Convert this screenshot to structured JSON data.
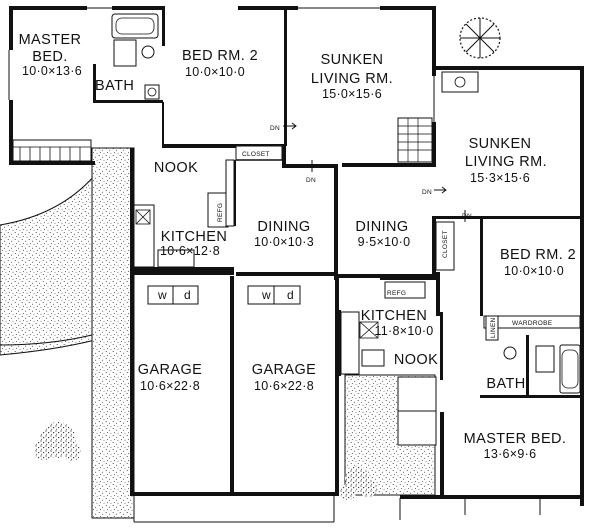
{
  "rooms": {
    "master_bed_left": {
      "name_1": "MASTER",
      "name_2": "BED.",
      "dims": "10·0×13·6"
    },
    "bath_left": {
      "name": "BATH"
    },
    "bed2_left": {
      "name": "BED RM. 2",
      "dims": "10·0×10·0"
    },
    "living_left": {
      "name_1": "SUNKEN",
      "name_2": "LIVING RM.",
      "dims": "15·0×15·6"
    },
    "nook_left": {
      "name": "NOOK"
    },
    "kitchen_left": {
      "name": "KITCHEN",
      "dims": "10·6×12·8"
    },
    "dining_left": {
      "name": "DINING",
      "dims": "10·0×10·3"
    },
    "garage_1": {
      "name": "GARAGE",
      "dims": "10·6×22·8"
    },
    "garage_2": {
      "name": "GARAGE",
      "dims": "10·6×22·8"
    },
    "living_right": {
      "name_1": "SUNKEN",
      "name_2": "LIVING RM.",
      "dims": "15·3×15·6"
    },
    "dining_right": {
      "name": "DINING",
      "dims": "9·5×10·0"
    },
    "bed2_right": {
      "name": "BED RM. 2",
      "dims": "10·0×10·0"
    },
    "kitchen_right": {
      "name": "KITCHEN",
      "dims": "11·8×10·0"
    },
    "nook_right": {
      "name": "NOOK"
    },
    "bath_right": {
      "name": "BATH"
    },
    "master_bed_right": {
      "name": "MASTER BED.",
      "dims": "13·6×9·6"
    }
  },
  "labels": {
    "closet_left": "CLOSET",
    "closet_right": "CLOSET",
    "refg_left": "REFG",
    "refg_right": "REFG",
    "wardrobe": "WARDROBE",
    "linen": "LINEN",
    "dn": "DN",
    "washer": "w",
    "dryer": "d"
  }
}
